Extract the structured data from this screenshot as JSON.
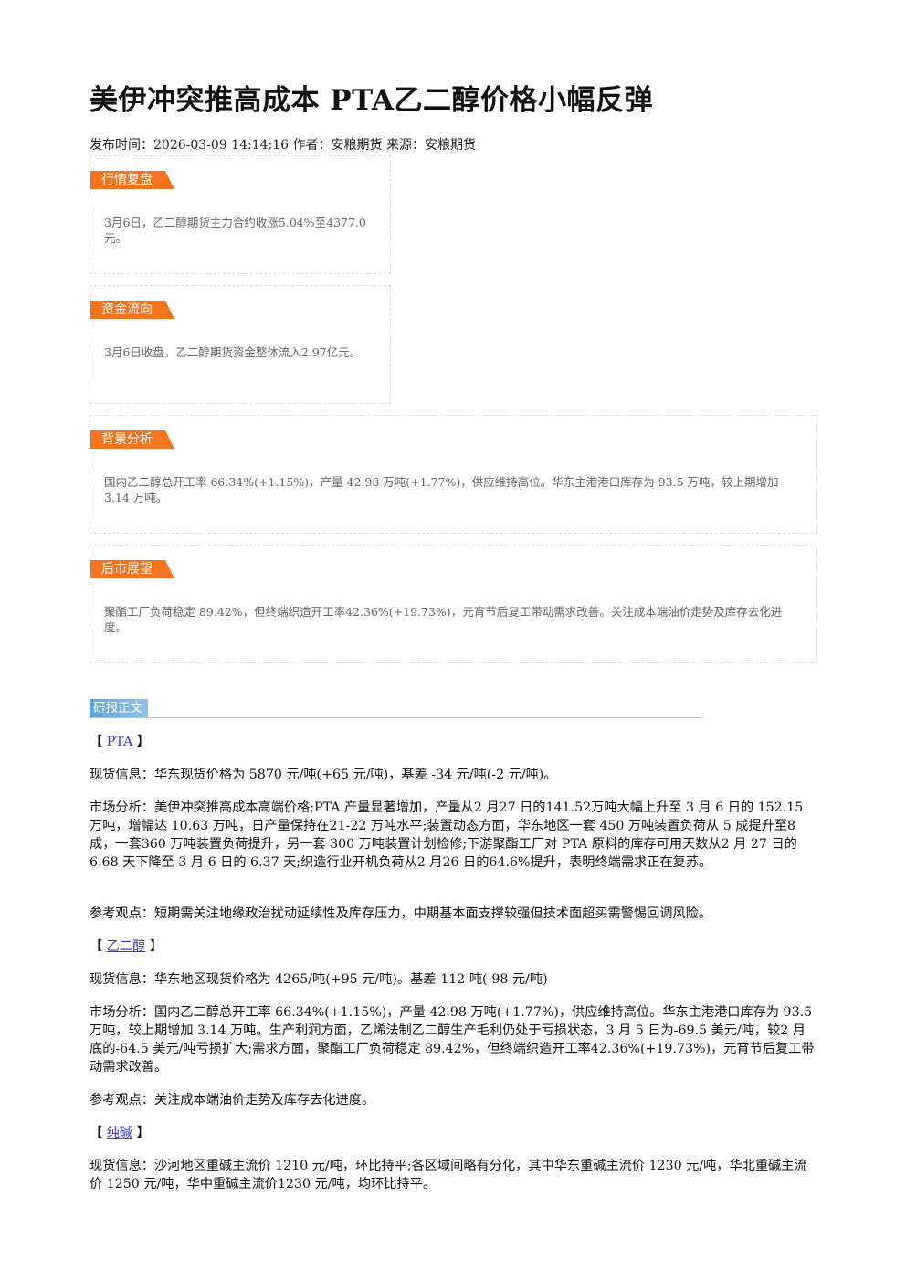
{
  "title": "美伊冲突推高成本 PTA乙二醇价格小幅反弹",
  "meta": "发布时间：2026-03-09 14:14:16 作者：安粮期货 来源：安粮期货",
  "boxes": {
    "market_review": {
      "label": "行情复盘",
      "text": "3月6日，乙二醇期货主力合约收涨5.04%至4377.0元。"
    },
    "fund_flow": {
      "label": "资金流向",
      "text": "3月6日收盘，乙二醇期货资金整体流入2.97亿元。"
    },
    "background": {
      "label": "背景分析",
      "text": "国内乙二醇总开工率 66.34%(+1.15%)，产量 42.98 万吨(+1.77%)，供应维持高位。华东主港港口库存为 93.5 万吨，较上期增加 3.14 万吨。"
    },
    "outlook": {
      "label": "后市展望",
      "text": "聚酯工厂负荷稳定 89.42%，但终端织造开工率42.36%(+19.73%)，元宵节后复工带动需求改善。关注成本端油价走势及库存去化进度。"
    }
  },
  "section_label": "研报正文",
  "pta": {
    "open": "【",
    "name": "PTA",
    "close": "】",
    "spot": "现货信息：华东现货价格为 5870 元/吨(+65 元/吨)，基差 -34 元/吨(-2 元/吨)。",
    "analysis": "市场分析：美伊冲突推高成本高端价格;PTA 产量显著增加，产量从2 月27 日的141.52万吨大幅上升至 3 月 6 日的 152.15 万吨，增幅达 10.63 万吨，日产量保持在21-22 万吨水平;装置动态方面，华东地区一套 450 万吨装置负荷从 5 成提升至8 成，一套360 万吨装置负荷提升，另一套 300 万吨装置计划检修;下游聚酯工厂对 PTA 原料的库存可用天数从2 月 27 日的 6.68 天下降至 3 月 6 日的 6.37 天;织造行业开机负荷从2 月26 日的64.6%提升，表明终端需求正在复苏。",
    "view": "参考观点：短期需关注地缘政治扰动延续性及库存压力，中期基本面支撑较强但技术面超买需警惕回调风险。"
  },
  "meg": {
    "open": "【",
    "name": "乙二醇",
    "close": "】",
    "spot": "现货信息：华东地区现货价格为 4265/吨(+95 元/吨)。基差-112 吨(-98 元/吨)",
    "analysis": "市场分析：国内乙二醇总开工率 66.34%(+1.15%)，产量 42.98 万吨(+1.77%)，供应维持高位。华东主港港口库存为 93.5 万吨，较上期增加 3.14 万吨。生产利润方面，乙烯法制乙二醇生产毛利仍处于亏损状态，3 月 5 日为-69.5 美元/吨，较2 月底的-64.5 美元/吨亏损扩大;需求方面，聚酯工厂负荷稳定 89.42%，但终端织造开工率42.36%(+19.73%)，元宵节后复工带动需求改善。",
    "view": "参考观点：关注成本端油价走势及库存去化进度。"
  },
  "soda": {
    "open": "【",
    "name": "纯碱",
    "close": "】",
    "spot": "现货信息：沙河地区重碱主流价 1210 元/吨，环比持平;各区域间略有分化，其中华东重碱主流价 1230 元/吨，华北重碱主流价 1250 元/吨，华中重碱主流价1230 元/吨，均环比持平。"
  },
  "colors": {
    "orange_tag": "#f4731f",
    "blue_tag": "#5aa3d8",
    "link": "#3a3ad0"
  }
}
